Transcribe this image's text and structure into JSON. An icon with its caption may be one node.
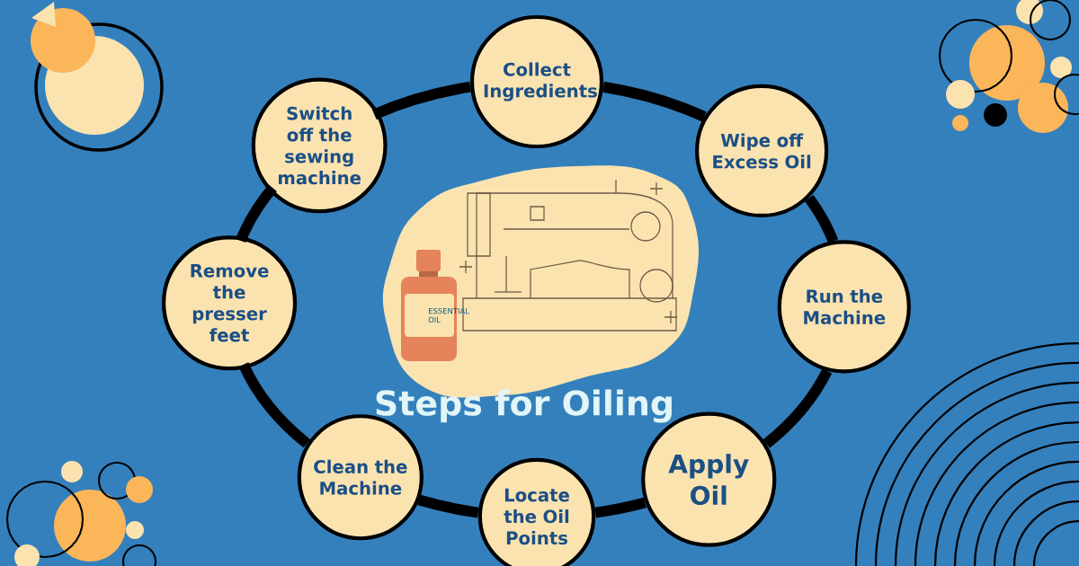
{
  "diagram": {
    "title": "Steps for Oiling",
    "nodes": [
      {
        "text": [
          "Collect Ingredients"
        ]
      },
      {
        "text": [
          "Switch off the sewing machine"
        ]
      },
      {
        "text": [
          "Remove the presser feet"
        ]
      },
      {
        "text": [
          "Clean the Machine"
        ]
      },
      {
        "text": [
          "Locate the Oil Points"
        ]
      },
      {
        "text": [
          "Apply Oil"
        ]
      },
      {
        "text": [
          "Run the Machine"
        ]
      },
      {
        "text": [
          "Wipe off Excess Oil"
        ]
      }
    ],
    "edges": [
      {
        "from": 0,
        "to": 1,
        "arrow": "none"
      },
      {
        "from": 1,
        "to": 2,
        "arrow": "none"
      },
      {
        "from": 2,
        "to": 3,
        "arrow": "none"
      },
      {
        "from": 3,
        "to": 4,
        "arrow": "none"
      },
      {
        "from": 4,
        "to": 5,
        "arrow": "none"
      },
      {
        "from": 5,
        "to": 6,
        "arrow": "none"
      },
      {
        "from": 6,
        "to": 7,
        "arrow": "none"
      },
      {
        "from": 7,
        "to": 0,
        "arrow": "none"
      }
    ],
    "labels": [
      "ESSENTIAL OIL"
    ]
  }
}
